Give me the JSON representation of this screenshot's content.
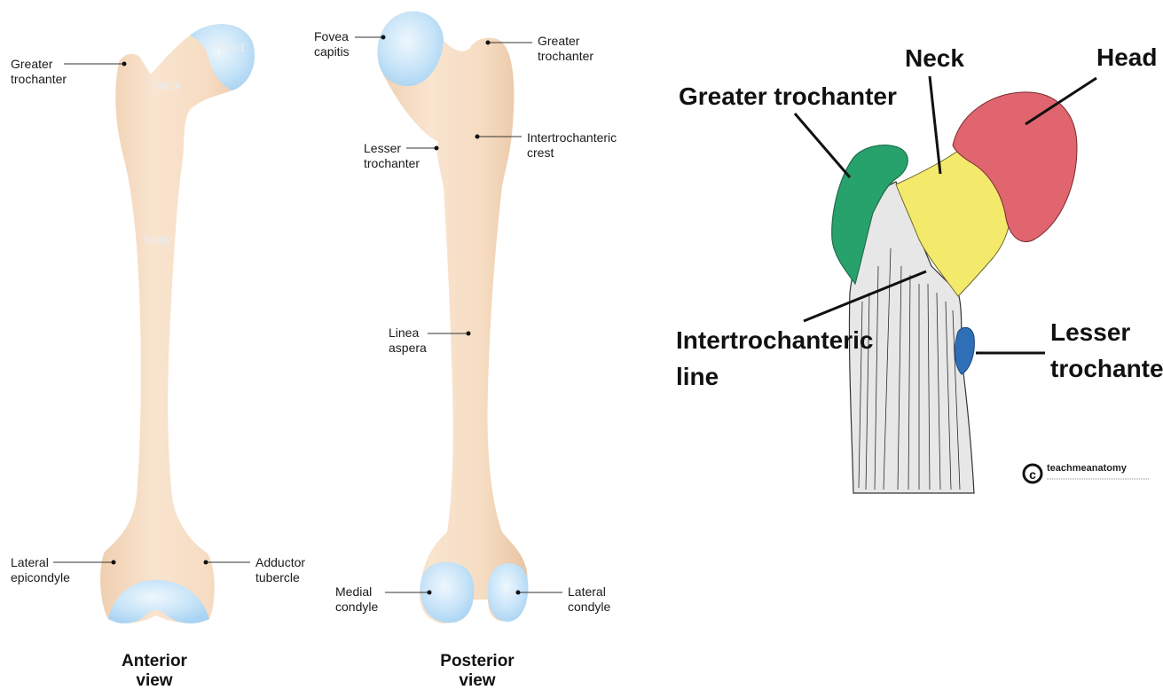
{
  "anterior": {
    "caption": [
      "Anterior",
      "view"
    ],
    "labels": {
      "greater_trochanter": [
        "Greater",
        "trochanter"
      ],
      "head": "Head",
      "neck": "Neck",
      "body": "Body",
      "lateral_epicondyle": [
        "Lateral",
        "epicondyle"
      ],
      "adductor_tubercle": [
        "Adductor",
        "tubercle"
      ]
    }
  },
  "posterior": {
    "caption": [
      "Posterior",
      "view"
    ],
    "labels": {
      "fovea_capitis": [
        "Fovea",
        "capitis"
      ],
      "greater_trochanter": [
        "Greater",
        "trochanter"
      ],
      "lesser_trochanter": [
        "Lesser",
        "trochanter"
      ],
      "intertrochanteric_crest": [
        "Intertrochanteric",
        "crest"
      ],
      "linea_aspera": [
        "Linea",
        "aspera"
      ],
      "medial_condyle": [
        "Medial",
        "condyle"
      ],
      "lateral_condyle": [
        "Lateral",
        "condyle"
      ]
    }
  },
  "proximal_detail": {
    "labels": {
      "neck": "Neck",
      "head": "Head",
      "greater_trochanter": "Greater trochanter",
      "intertrochanteric_line": [
        "Intertrochanteric",
        "line"
      ],
      "lesser_trochanter": [
        "Lesser",
        "trochanter"
      ]
    },
    "colors": {
      "head": "#e0656e",
      "neck": "#f3ea6c",
      "greater_trochanter": "#27a26d",
      "lesser_trochanter": "#2f6fb8"
    },
    "watermark": "teachmeanatomy"
  },
  "colors": {
    "bone": "#f6dcc2",
    "bone_shade": "#e9c7a6",
    "cartilage": "#b9dcf6",
    "cartilage_light": "#e6f3fc"
  }
}
